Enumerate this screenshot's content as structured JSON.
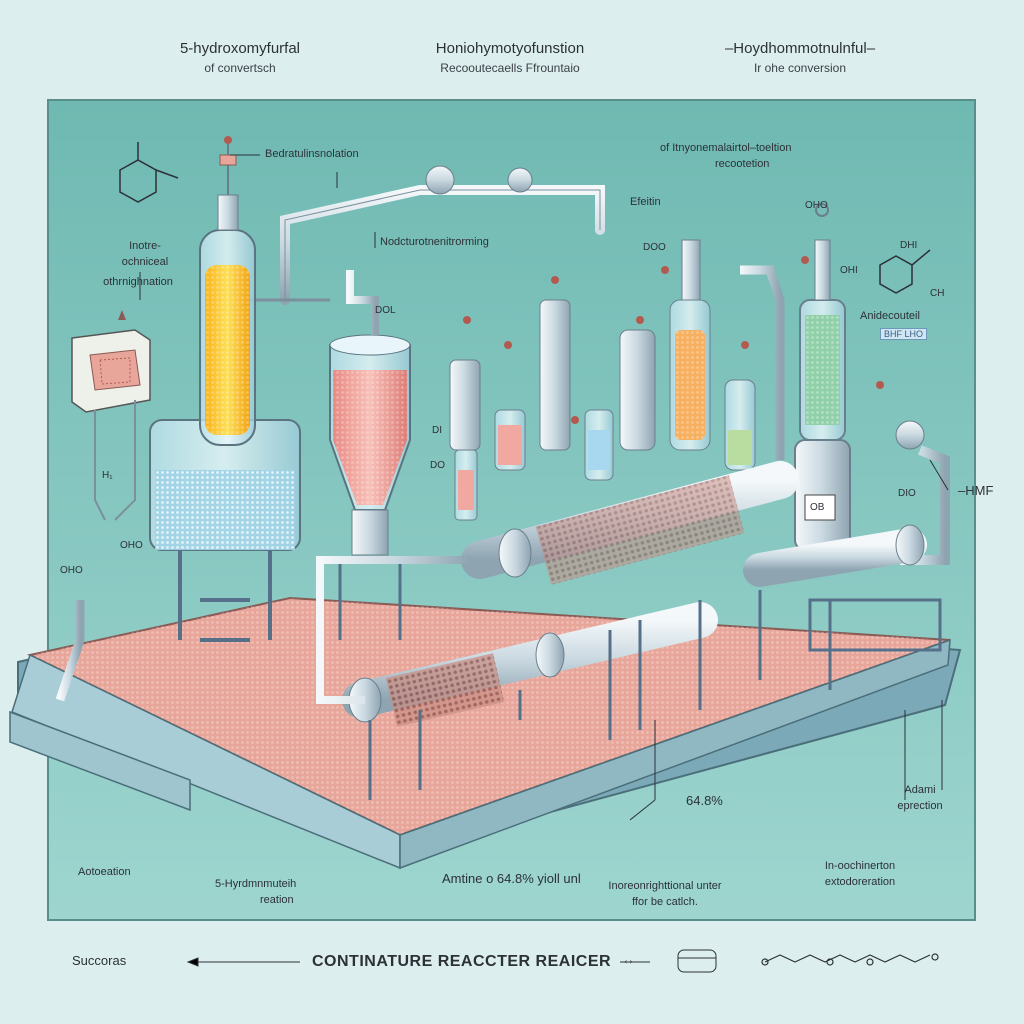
{
  "headers": [
    {
      "title": "5-hydroxomyfurfal",
      "sub": "of convertsch"
    },
    {
      "title": "Honiohymotyofunstion",
      "sub": "Recooutecaells Ffrountaio"
    },
    {
      "title": "–Hoydhommotnulnful–",
      "sub": "Ir ohe conversion"
    }
  ],
  "labels": {
    "feed_separation": "Bedratulinsnolation",
    "left_box": [
      "Inotre-",
      "ochniceal",
      "othrnighnation"
    ],
    "h_label": "H₁",
    "oh_label": "OHO",
    "left_tag": "OHO",
    "mid_process": "Nodcturotnenitrorming",
    "recovery_top": "of Itnyonemalairtol–toeltion",
    "recovery_sub": "recootetion",
    "efficiency": "Efeitin",
    "top_tag_left": "DOO",
    "top_tag_right": "OHO",
    "right_small": "DHI",
    "right_small2": "OHI",
    "ch_label": "CH",
    "anhydro": "Anidecouteil",
    "anhydro_badge": "BHF LHO",
    "hmf": "–HMF",
    "vessel_tag": "DOL",
    "do_tag": "DO",
    "d_tag": "DI",
    "dio_tag": "DIO",
    "ob_tag": "OB",
    "adsorption": "Aotoeation",
    "hmf_reaction": [
      "5-Hyrdmnmuteih",
      "reation"
    ],
    "yield": "Amtine o 64.8% yioll unl",
    "yield_marker": "64.8%",
    "intermediate": [
      "Inoreonrighttional unter",
      "ffor be catlch."
    ],
    "in_orchestra": [
      "In-oochinerton",
      "extodoreration"
    ],
    "adam_sep": [
      "Adami",
      "eprection"
    ]
  },
  "bottom": {
    "left": "Succoras",
    "center": "CONTINATURE REACCTER REAICER",
    "arrow": "↔"
  },
  "colors": {
    "background": "#dcefee",
    "panel": "#7ec4bc",
    "platform": "#e8a59a",
    "pipe": "#d9e4ea",
    "yellow_column": "#f7c633",
    "pink_column": "#f0a8a0"
  }
}
